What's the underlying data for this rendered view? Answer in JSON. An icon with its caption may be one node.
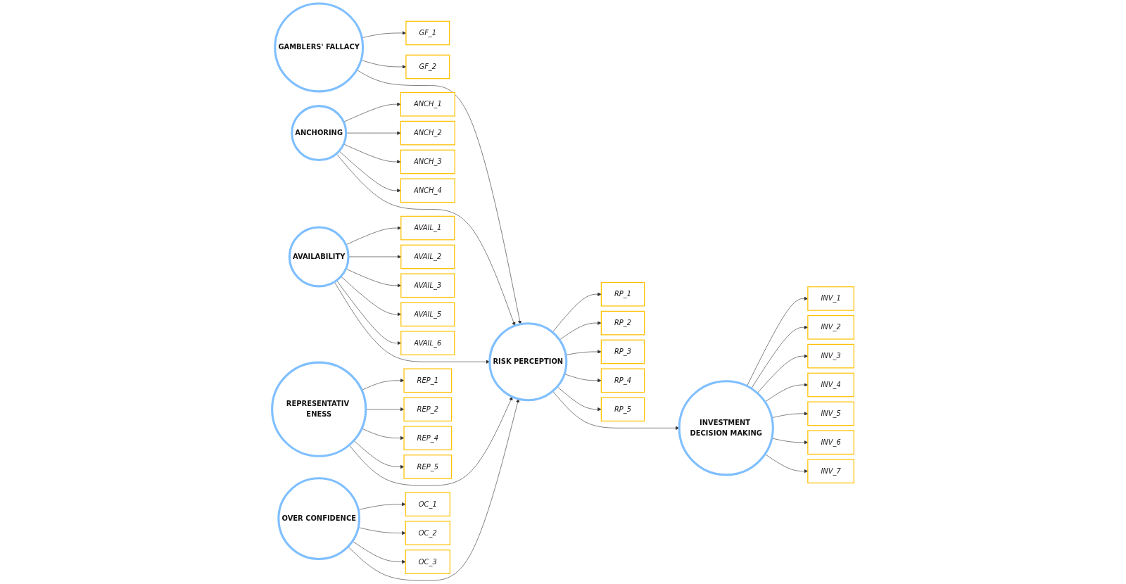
{
  "diagram": {
    "nodes": [
      {
        "text": [
          "GAMBLERS' FALLACY"
        ]
      },
      {
        "text": [
          "GF_1"
        ]
      },
      {
        "text": [
          "GF_2"
        ]
      },
      {
        "text": [
          "ANCHORING"
        ]
      },
      {
        "text": [
          "ANCH_1"
        ]
      },
      {
        "text": [
          "ANCH_2"
        ]
      },
      {
        "text": [
          "ANCH_3"
        ]
      },
      {
        "text": [
          "ANCH_4"
        ]
      },
      {
        "text": [
          "AVAILABILITY"
        ]
      },
      {
        "text": [
          "AVAIL_1"
        ]
      },
      {
        "text": [
          "AVAIL_2"
        ]
      },
      {
        "text": [
          "AVAIL_3"
        ]
      },
      {
        "text": [
          "AVAIL_5"
        ]
      },
      {
        "text": [
          "AVAIL_6"
        ]
      },
      {
        "text": [
          "REPRESENTATIV ENESS"
        ]
      },
      {
        "text": [
          "REP_1"
        ]
      },
      {
        "text": [
          "REP_2"
        ]
      },
      {
        "text": [
          "REP_4"
        ]
      },
      {
        "text": [
          "REP_5"
        ]
      },
      {
        "text": [
          "OVER CONFIDENCE"
        ]
      },
      {
        "text": [
          "OC_1"
        ]
      },
      {
        "text": [
          "OC_2"
        ]
      },
      {
        "text": [
          "OC_3"
        ]
      },
      {
        "text": [
          "RISK PERCEPTION"
        ]
      },
      {
        "text": [
          "RP_1"
        ]
      },
      {
        "text": [
          "RP_2"
        ]
      },
      {
        "text": [
          "RP_3"
        ]
      },
      {
        "text": [
          "RP_4"
        ]
      },
      {
        "text": [
          "RP_5"
        ]
      },
      {
        "text": [
          "INVESTMENT DECISION MAKING"
        ]
      },
      {
        "text": [
          "INV_1"
        ]
      },
      {
        "text": [
          "INV_2"
        ]
      },
      {
        "text": [
          "INV_3"
        ]
      },
      {
        "text": [
          "INV_4"
        ]
      },
      {
        "text": [
          "INV_5"
        ]
      },
      {
        "text": [
          "INV_6"
        ]
      },
      {
        "text": [
          "INV_7"
        ]
      }
    ],
    "edges": [
      {
        "from": 0,
        "to": 1,
        "arrow": "to"
      },
      {
        "from": 0,
        "to": 2,
        "arrow": "to"
      },
      {
        "from": 3,
        "to": 4,
        "arrow": "to"
      },
      {
        "from": 3,
        "to": 5,
        "arrow": "to"
      },
      {
        "from": 3,
        "to": 6,
        "arrow": "to"
      },
      {
        "from": 3,
        "to": 7,
        "arrow": "to"
      },
      {
        "from": 8,
        "to": 9,
        "arrow": "to"
      },
      {
        "from": 8,
        "to": 10,
        "arrow": "to"
      },
      {
        "from": 8,
        "to": 11,
        "arrow": "to"
      },
      {
        "from": 8,
        "to": 12,
        "arrow": "to"
      },
      {
        "from": 8,
        "to": 13,
        "arrow": "to"
      },
      {
        "from": 14,
        "to": 15,
        "arrow": "to"
      },
      {
        "from": 14,
        "to": 16,
        "arrow": "to"
      },
      {
        "from": 14,
        "to": 17,
        "arrow": "to"
      },
      {
        "from": 14,
        "to": 18,
        "arrow": "to"
      },
      {
        "from": 19,
        "to": 20,
        "arrow": "to"
      },
      {
        "from": 19,
        "to": 21,
        "arrow": "to"
      },
      {
        "from": 19,
        "to": 22,
        "arrow": "to"
      },
      {
        "from": 0,
        "to": 23,
        "arrow": "to"
      },
      {
        "from": 3,
        "to": 23,
        "arrow": "to"
      },
      {
        "from": 8,
        "to": 23,
        "arrow": "to"
      },
      {
        "from": 14,
        "to": 23,
        "arrow": "to"
      },
      {
        "from": 19,
        "to": 23,
        "arrow": "to"
      },
      {
        "from": 23,
        "to": 24,
        "arrow": "to"
      },
      {
        "from": 23,
        "to": 25,
        "arrow": "to"
      },
      {
        "from": 23,
        "to": 26,
        "arrow": "to"
      },
      {
        "from": 23,
        "to": 27,
        "arrow": "to"
      },
      {
        "from": 23,
        "to": 28,
        "arrow": "to"
      },
      {
        "from": 23,
        "to": 29,
        "arrow": "to"
      },
      {
        "from": 29,
        "to": 30,
        "arrow": "to"
      },
      {
        "from": 29,
        "to": 31,
        "arrow": "to"
      },
      {
        "from": 29,
        "to": 32,
        "arrow": "to"
      },
      {
        "from": 29,
        "to": 33,
        "arrow": "to"
      },
      {
        "from": 29,
        "to": 34,
        "arrow": "to"
      },
      {
        "from": 29,
        "to": 35,
        "arrow": "to"
      },
      {
        "from": 29,
        "to": 36,
        "arrow": "to"
      }
    ]
  }
}
